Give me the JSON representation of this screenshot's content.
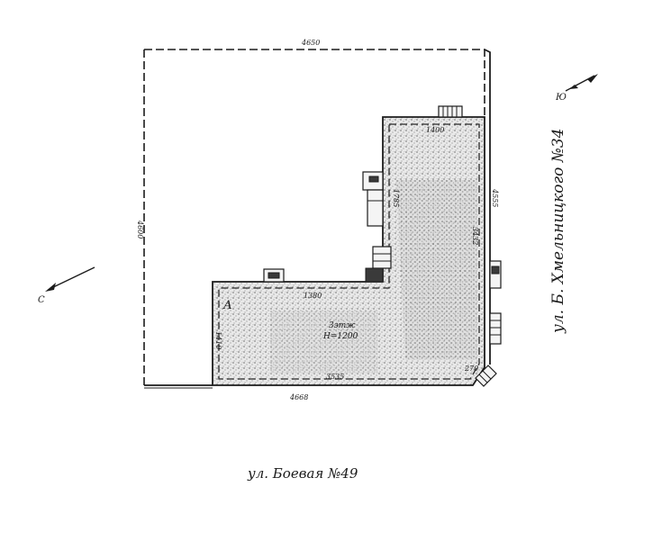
{
  "dimensions": {
    "top": "4650",
    "left": "4600",
    "right": "4555",
    "bottom": "4668"
  },
  "building": {
    "upper_width": "1400",
    "notch_side": "1785",
    "middle_width": "1380",
    "left_height": "1410",
    "right_inner": "3432",
    "bottom_inner": "3535",
    "corner": "270",
    "letter": "А",
    "floors": "3этж",
    "height": "H=1200"
  },
  "streets": {
    "bottom": "ул. Боевая  №49",
    "right": "ул. Б. Хмельницкого  №34"
  },
  "compass": {
    "south_label": "Ю",
    "north_label": "С"
  }
}
